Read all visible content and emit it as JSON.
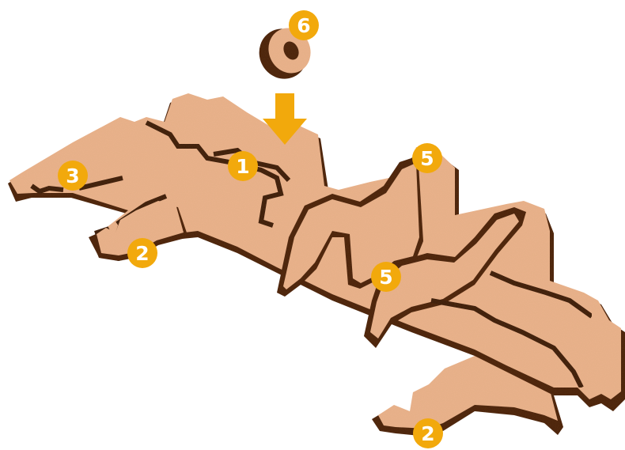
{
  "colors": {
    "wood_face": "#eab38c",
    "wood_face_light": "#f0c09a",
    "wood_edge": "#4a2410",
    "wood_edge_dark": "#2e140a",
    "badge": "#f2a90c",
    "arrow": "#f2a90c",
    "badge_text": "#ffffff"
  },
  "badges": [
    {
      "id": "b6",
      "label": "6",
      "part": "washer"
    },
    {
      "id": "b1",
      "label": "1",
      "part": "body"
    },
    {
      "id": "b3",
      "label": "3",
      "part": "head"
    },
    {
      "id": "b2a",
      "label": "2",
      "part": "front-legs"
    },
    {
      "id": "b5a",
      "label": "5",
      "part": "upper-fin"
    },
    {
      "id": "b5b",
      "label": "5",
      "part": "lower-fin"
    },
    {
      "id": "b2b",
      "label": "2",
      "part": "rear-legs"
    }
  ],
  "icons": {
    "arrow": "down-arrow-icon",
    "washer": "washer-icon"
  }
}
